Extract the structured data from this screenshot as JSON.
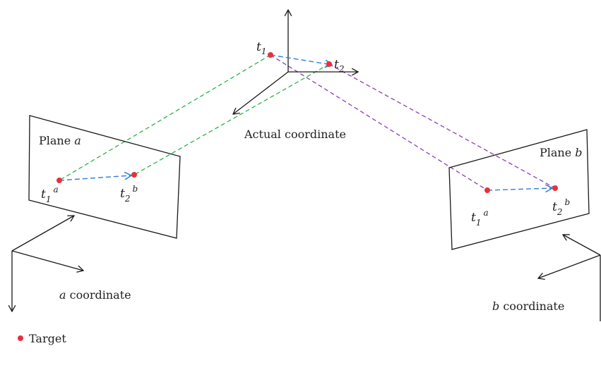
{
  "colors": {
    "line": "#1a1a1a",
    "green_dash": "#2bb24c",
    "purple_dash": "#8a3fb5",
    "blue_arrow": "#2f7fd6",
    "target": "#e8303a"
  },
  "labels": {
    "actual_coordinate": "Actual coordinate",
    "plane_a_prefix": "Plane ",
    "plane_a_letter": "a",
    "plane_b_prefix": "Plane ",
    "plane_b_letter": "b",
    "a_coord_letter": "a",
    "a_coord_rest": " coordinate",
    "b_coord_letter": "b",
    "b_coord_rest": " coordinate"
  },
  "points": {
    "t1": {
      "base": "t",
      "sub": "1"
    },
    "t2": {
      "base": "t",
      "sub": "2"
    },
    "t1a": {
      "base": "t",
      "sub": "1",
      "sup": "a"
    },
    "t2b_left": {
      "base": "t",
      "sub": "2",
      "sup": "b"
    },
    "t1a_right": {
      "base": "t",
      "sub": "1",
      "sup": "a"
    },
    "t2b_right": {
      "base": "t",
      "sub": "2",
      "sup": "b"
    }
  },
  "legend": {
    "target_label": "Target"
  },
  "icons": [
    "arrow-head-icon",
    "target-dot-icon"
  ]
}
